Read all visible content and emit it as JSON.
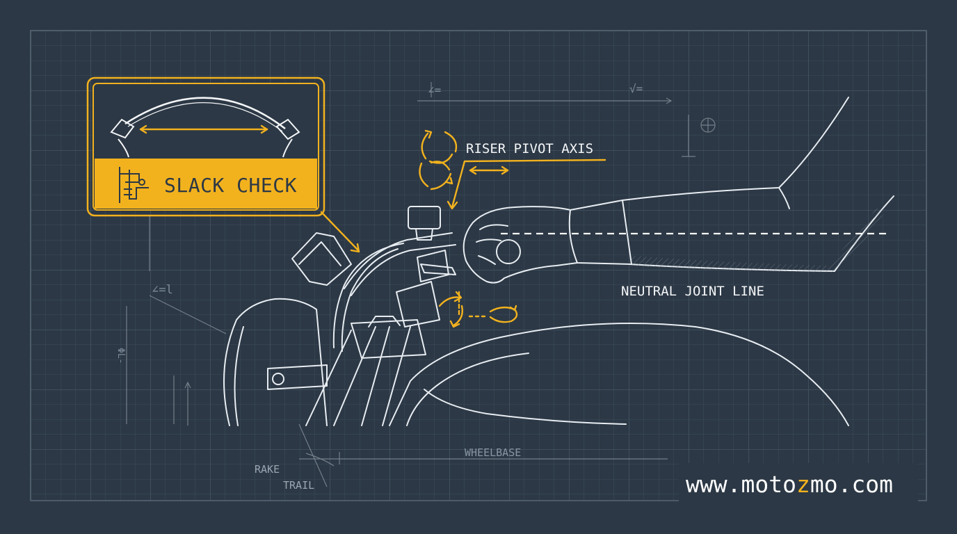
{
  "colors": {
    "background": "#2c3845",
    "grid": "#3e4c5a",
    "accent": "#f2b21e",
    "line": "#e8edf2"
  },
  "callout": {
    "label": "SLACK CHECK",
    "icon": "caliper-icon"
  },
  "annotations": {
    "riser_pivot_axis": "RISER PIVOT AXIS",
    "neutral_joint_line": "NEUTRAL JOINT LINE",
    "rake": "RAKE",
    "trail": "TRAIL",
    "wheelbase": "WHEELBASE"
  },
  "sketch_marks": {
    "top_left": "∠=",
    "top_right": "√=",
    "left_angle": "∠=l",
    "left_vertical": "ΦL-"
  },
  "watermark": {
    "prefix": "www.moto",
    "highlight": "z",
    "suffix": "mo.com"
  }
}
